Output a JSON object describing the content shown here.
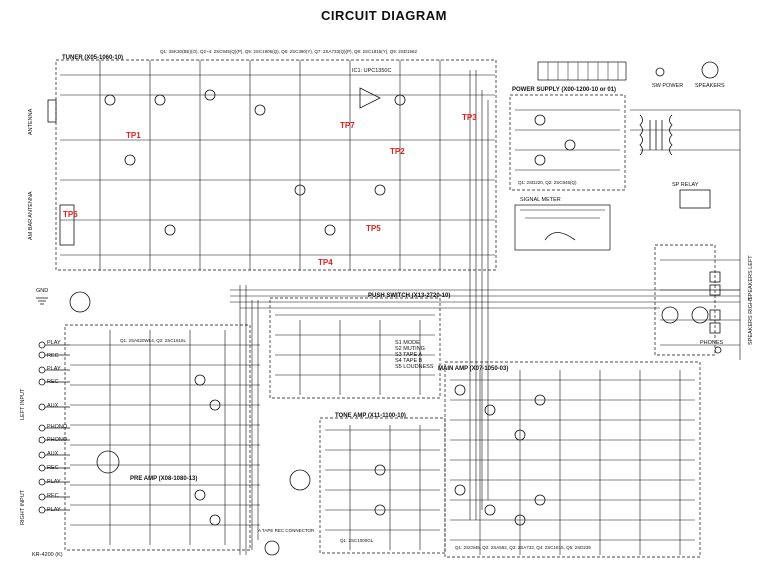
{
  "title": "CIRCUIT DIAGRAM",
  "model": "KR-4200 (K)",
  "colors": {
    "test_point": "#e02020",
    "ink": "#111111"
  },
  "sections": {
    "tuner": "TUNER (X05-1060-10)",
    "tuner_parts": "Q1: 3SK30(BE)(O), Q2~4: 2SC945(Q)(P), Q5: 2SC1906(Q), Q6: 2SC380(Y), Q7: 2SA733(Q)(P), Q8: 2SC1815(Y), Q9: 2SD1562",
    "ic": "IC1: UPC1350C",
    "power_supply": "POWER SUPPLY (X00-1200-10 or 01)",
    "power_parts": "Q1: 2SD220, Q2: 2SC945(Q)",
    "push_switch": "PUSH SWITCH (X13-2720-10)",
    "push_switch_items": [
      "S1 MODE",
      "S2 MUTING",
      "S3 TAPE A",
      "S4 TAPE B",
      "S5 LOUDNESS"
    ],
    "main_amp": "MAIN AMP (X07-1050-03)",
    "tone_amp": "TONE AMP (X11-1100-10)",
    "pre_amp": "PRE AMP (X08-1080-13)",
    "pre_amp_parts": "Q1: 2SA620WL4, Q2: 2SC1616L",
    "relay": "SP RELAY",
    "meter": "SIGNAL METER",
    "speakers_a": "SPEAKERS LEFT",
    "speakers_b": "SPEAKERS RIGHT",
    "phones": "PHONES",
    "tape_rec": "A TAPE REC CONNECTOR",
    "main_amp_parts": "Q1: 2SC945, Q2: 2SA562, Q3: 2SA733, Q4: 2SC1815, Q5: 2SD235",
    "tone_parts": "Q1: 2SC1000GL"
  },
  "antenna_labels": [
    "ANTENNA",
    "AM BAR ANTENNA",
    "GND"
  ],
  "inputs_left": {
    "label": "LEFT INPUT",
    "jacks": [
      "PLAY",
      "REC",
      "PLAY",
      "REC",
      "AUX",
      "PHONO"
    ]
  },
  "inputs_right": {
    "label": "RIGHT INPUT",
    "jacks": [
      "PHONO",
      "AUX",
      "REC",
      "PLAY",
      "REC",
      "PLAY"
    ]
  },
  "test_points": [
    "TP1",
    "TP2",
    "TP3",
    "TP4",
    "TP5",
    "TP6",
    "TP7"
  ],
  "front_panel": [
    "SW POWER",
    "SPEAKERS"
  ]
}
